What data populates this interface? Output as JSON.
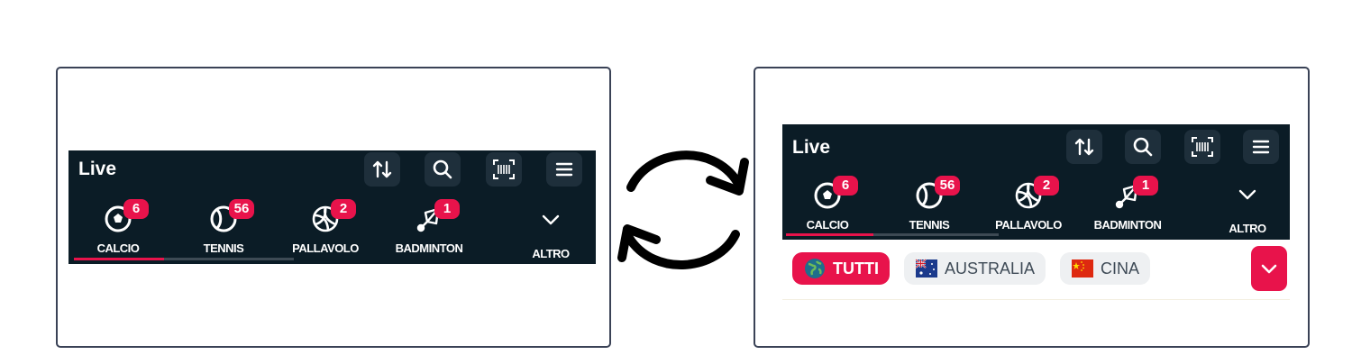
{
  "colors": {
    "bar_bg": "#0b1c26",
    "accent": "#e8134b",
    "frame_border": "#3a4256"
  },
  "header": {
    "title": "Live"
  },
  "toolbar_icons": [
    "sort-icon",
    "search-icon",
    "barcode-scan-icon",
    "menu-icon"
  ],
  "sports": [
    {
      "label": "CALCIO",
      "count": "6",
      "icon": "soccer-ball-icon"
    },
    {
      "label": "TENNIS",
      "count": "56",
      "icon": "tennis-ball-icon"
    },
    {
      "label": "PALLAVOLO",
      "count": "2",
      "icon": "volleyball-icon"
    },
    {
      "label": "BADMINTON",
      "count": "1",
      "icon": "shuttlecock-icon"
    }
  ],
  "more": {
    "label": "ALTRO",
    "icon": "chevron-down-icon"
  },
  "filters": [
    {
      "label": "TUTTI",
      "icon": "globe-icon",
      "selected": true
    },
    {
      "label": "AUSTRALIA",
      "icon": "australia-flag-icon",
      "selected": false
    },
    {
      "label": "CINA",
      "icon": "china-flag-icon",
      "selected": false
    }
  ],
  "transition_icon": "cycle-arrows-icon"
}
